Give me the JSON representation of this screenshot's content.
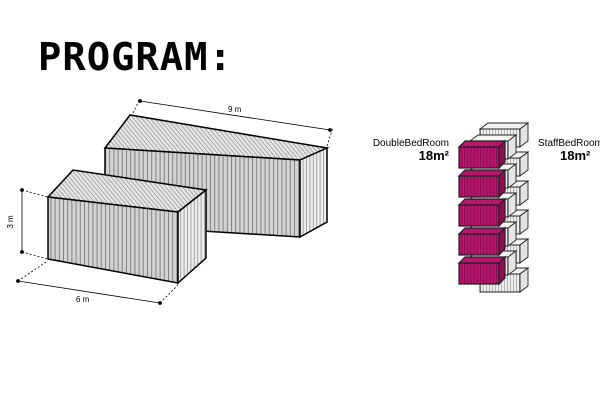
{
  "title": "PROGRAM:",
  "dimensions": {
    "length_long": "9 m",
    "height": "3 m",
    "length_short": "6 m"
  },
  "rooms": {
    "double": {
      "name": "DoubleBedRoom",
      "area": "18m²"
    },
    "staff": {
      "name": "StaffBedRoom",
      "area": "18m²"
    }
  },
  "stack": {
    "levels": 5
  },
  "colors": {
    "accent": "#b5156b",
    "container_side": "#cfcfcf",
    "container_top": "#e0e0e0",
    "container_end": "#ffffff"
  }
}
